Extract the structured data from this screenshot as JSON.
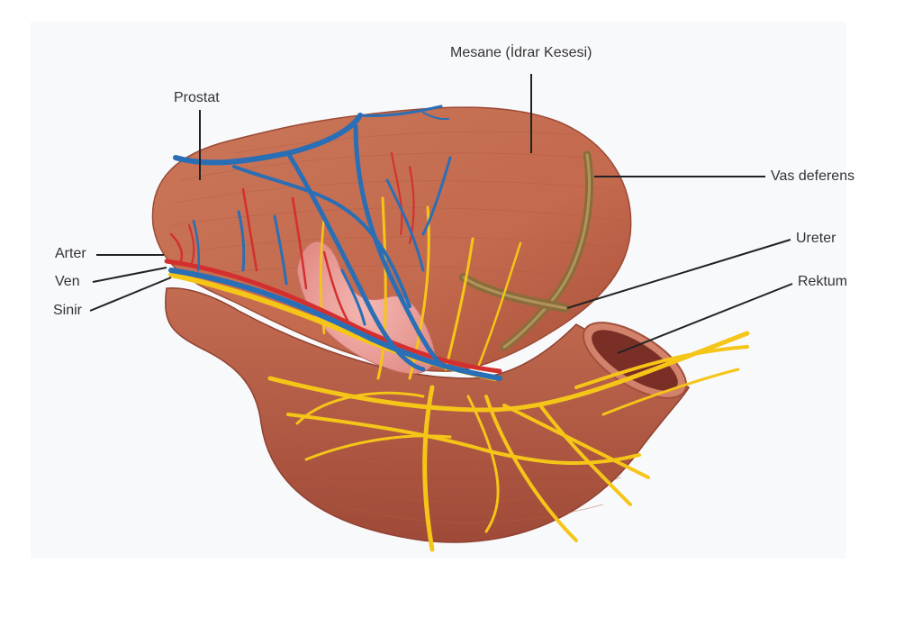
{
  "labels": {
    "bladder": "Mesane (İdrar Kesesi)",
    "prostate": "Prostat",
    "vas_deferens": "Vas deferens",
    "ureter": "Ureter",
    "rectum": "Rektum",
    "artery": "Arter",
    "vein": "Ven",
    "nerve": "Sinir"
  },
  "colors": {
    "background": "#f8f9fb",
    "tissue": "#c66a4f",
    "tissue_dark": "#9e4a36",
    "vein": "#2a6fb5",
    "artery": "#d32f2f",
    "nerve": "#f5c518",
    "vas_deferens": "#8a6d3b",
    "leader_line": "#222222",
    "label_text": "#333333"
  }
}
